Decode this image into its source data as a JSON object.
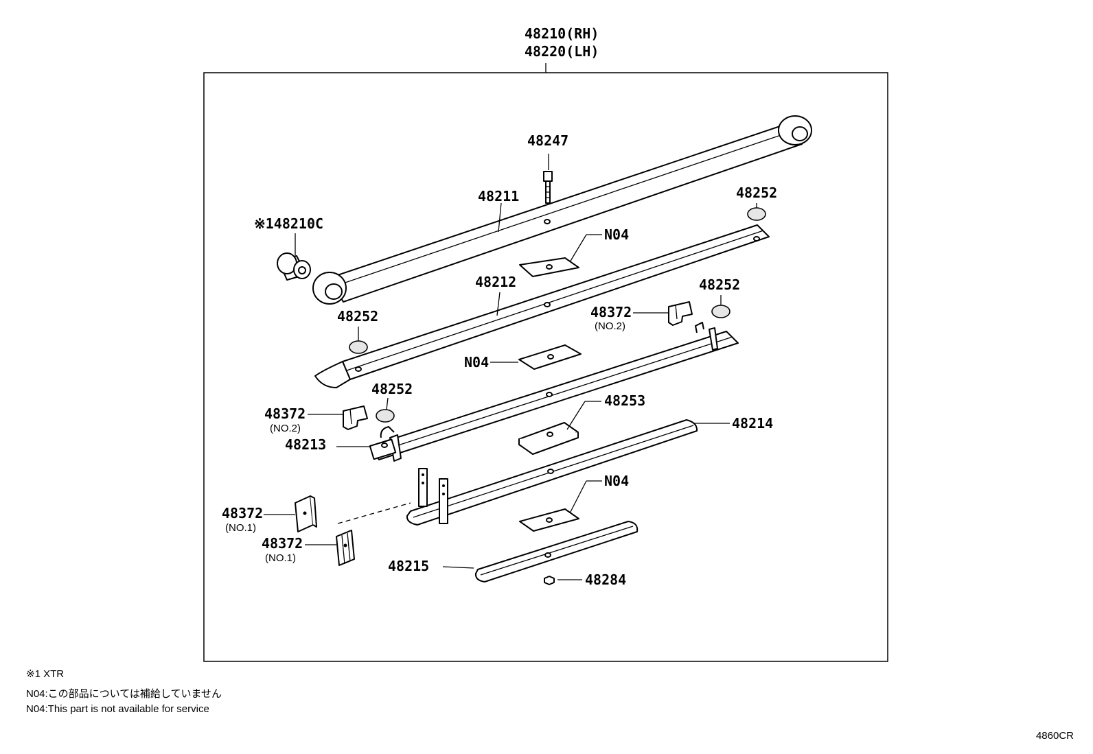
{
  "header": {
    "assembly_rh": "48210(RH)",
    "assembly_lh": "48220(LH)"
  },
  "labels": {
    "bushing": "※148210C",
    "leaf1": "48211",
    "bolt": "48247",
    "pad_top_right": "48252",
    "insert_1": "N04",
    "leaf2": "48212",
    "pad_mid_right": "48252",
    "clip_right": "48372",
    "clip_right_sub": "(NO.2)",
    "pad_left": "48252",
    "insert_2": "N04",
    "pad_lower_left": "48252",
    "clip_left": "48372",
    "clip_left_sub": "(NO.2)",
    "leaf3": "48213",
    "spacer": "48253",
    "leaf4": "48214",
    "insert_3": "N04",
    "clip_no1_a": "48372",
    "clip_no1_a_sub": "(NO.1)",
    "clip_no1_b": "48372",
    "clip_no1_b_sub": "(NO.1)",
    "leaf5": "48215",
    "nut": "48284"
  },
  "notes": {
    "note1": "※1  XTR",
    "note2": "N04:この部品については補給していません",
    "note3": "N04:This part is not available for service"
  },
  "drawing_code": "4860CR"
}
